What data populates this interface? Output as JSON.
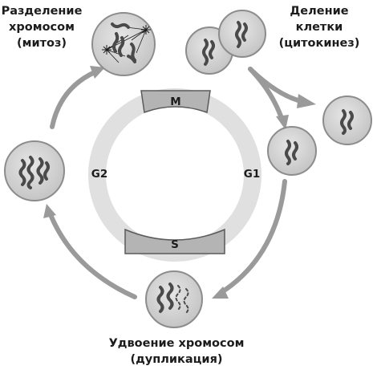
{
  "labels": {
    "mitosis": [
      "Разделение",
      "хромосом",
      "(митоз)"
    ],
    "cytokinesis": [
      "Деление",
      "клетки",
      "(цитокинез)"
    ],
    "duplication": [
      "Удвоение хромосом",
      "(дупликация)"
    ]
  },
  "phases": {
    "m": "M",
    "s": "S",
    "g1": "G1",
    "g2": "G2"
  },
  "colors": {
    "ring": "#e0e0e0",
    "phase_box": "#b4b4b4",
    "cell_fill": "#cfcfcf",
    "cell_stroke": "#8c8c8c",
    "chromosome": "#4a4a4a",
    "arrow": "#9a9a9a"
  }
}
